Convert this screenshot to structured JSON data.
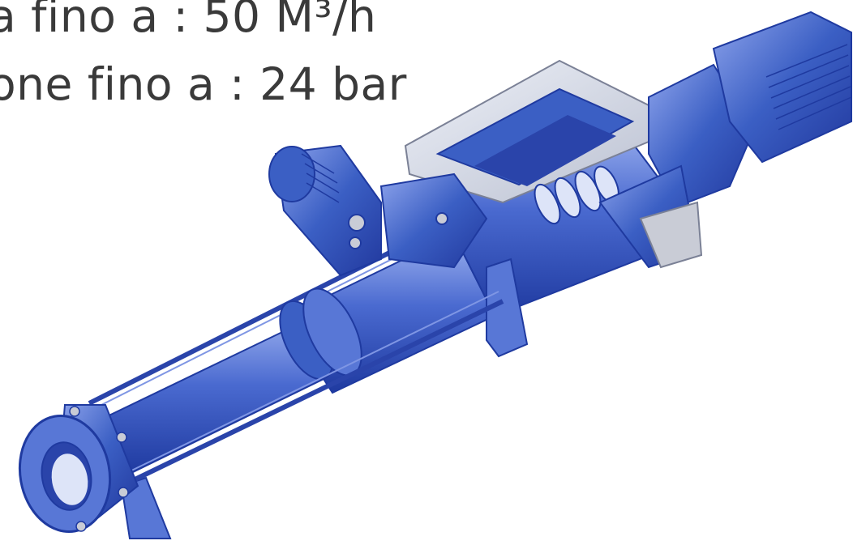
{
  "specs": {
    "flow_line": "a fino a : 50 M³/h",
    "pressure_line": "one fino a : 24 bar"
  },
  "illustration": {
    "subject": "pump-illustration",
    "colors": {
      "primary": "#3b5fc4",
      "dark": "#1f3aa0",
      "light": "#8fa6ee",
      "highlight": "#d9e2fb",
      "grey": "#c9ccd6"
    }
  }
}
